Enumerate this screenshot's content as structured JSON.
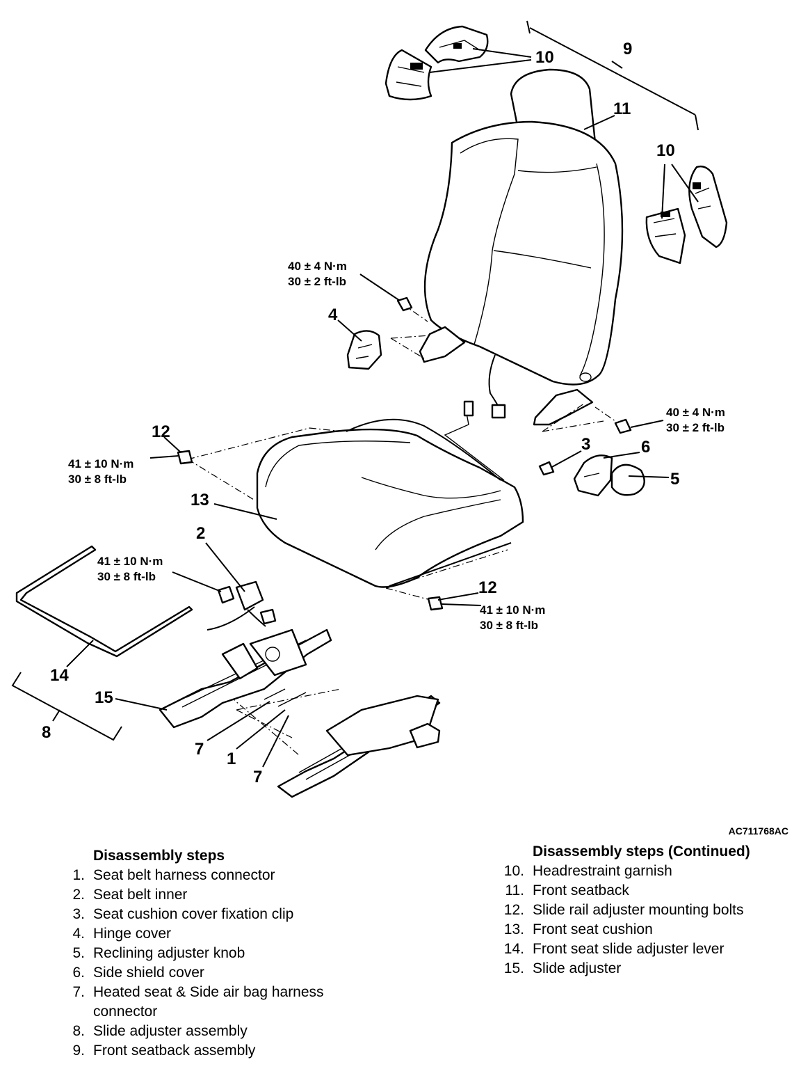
{
  "diagram": {
    "callouts": {
      "c1": "1",
      "c2": "2",
      "c3": "3",
      "c4": "4",
      "c5": "5",
      "c6": "6",
      "c7a": "7",
      "c7b": "7",
      "c8": "8",
      "c9": "9",
      "c10a": "10",
      "c10b": "10",
      "c11": "11",
      "c12a": "12",
      "c12b": "12",
      "c13": "13",
      "c14": "14",
      "c15": "15"
    },
    "torques": {
      "seatback_left": [
        "40 ± 4 N·m",
        "30 ± 2 ft-lb"
      ],
      "seatback_right": [
        "40 ± 4 N·m",
        "30 ± 2 ft-lb"
      ],
      "cushion_left": [
        "41 ± 10 N·m",
        "30 ± 8 ft-lb"
      ],
      "rail_front": [
        "41 ± 10 N·m",
        "30 ± 8 ft-lb"
      ],
      "rail_rear": [
        "41 ± 10 N·m",
        "30 ± 8 ft-lb"
      ]
    },
    "figure_code": "AC711768AC"
  },
  "steps_left": {
    "heading": "Disassembly steps",
    "items": [
      {
        "num": "1.",
        "text": "Seat belt harness connector"
      },
      {
        "num": "2.",
        "text": "Seat belt inner"
      },
      {
        "num": "3.",
        "text": "Seat cushion cover fixation clip"
      },
      {
        "num": "4.",
        "text": "Hinge cover"
      },
      {
        "num": "5.",
        "text": "Reclining adjuster knob"
      },
      {
        "num": "6.",
        "text": "Side shield cover"
      },
      {
        "num": "7.",
        "text": "Heated seat & Side air bag harness connector"
      },
      {
        "num": "8.",
        "text": "Slide adjuster assembly"
      },
      {
        "num": "9.",
        "text": "Front seatback assembly"
      }
    ]
  },
  "steps_right": {
    "heading": "Disassembly steps (Continued)",
    "items": [
      {
        "num": "10.",
        "text": "Headrestraint garnish"
      },
      {
        "num": "11.",
        "text": "Front seatback"
      },
      {
        "num": "12.",
        "text": "Slide rail adjuster mounting bolts"
      },
      {
        "num": "13.",
        "text": "Front seat cushion"
      },
      {
        "num": "14.",
        "text": "Front seat slide adjuster lever"
      },
      {
        "num": "15.",
        "text": "Slide adjuster"
      }
    ]
  }
}
